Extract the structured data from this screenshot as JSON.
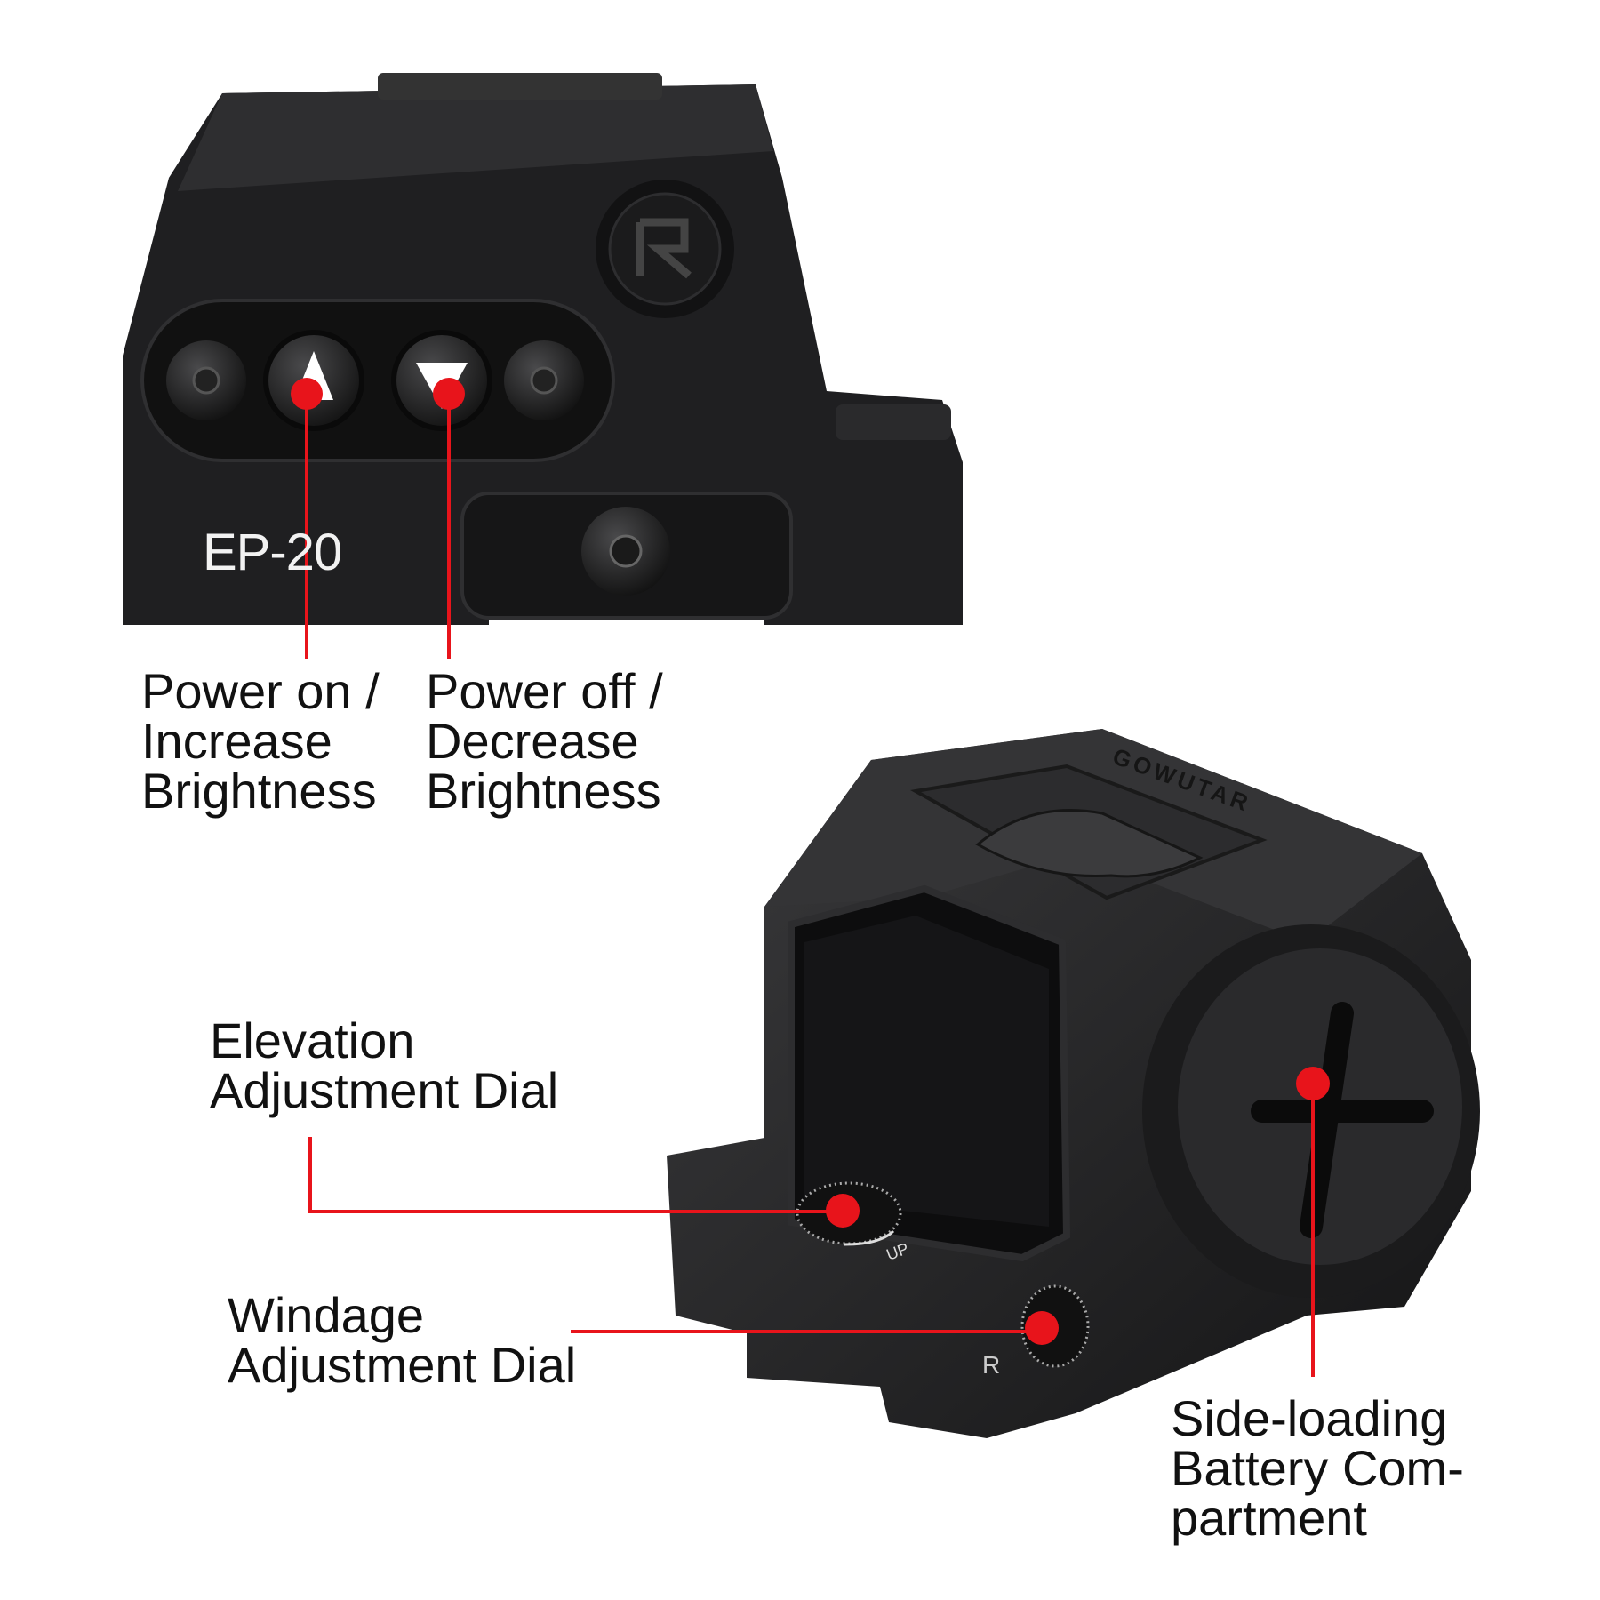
{
  "model_name": "EP-20",
  "brand_logo": "GOWUTAR",
  "dial_marks": {
    "elevation": "UP",
    "windage": "R"
  },
  "callouts": {
    "power_on": [
      "Power on /",
      "Increase",
      "Brightness"
    ],
    "power_off": [
      "Power off /",
      "Decrease",
      "Brightness"
    ],
    "elevation": [
      "Elevation",
      "Adjustment Dial"
    ],
    "windage": [
      "Windage",
      "Adjustment Dial"
    ],
    "battery": [
      "Side-loading",
      "Battery Com-",
      "partment"
    ]
  },
  "colors": {
    "callout": "#e8141b",
    "body": "#1e1e20",
    "text": "#111111"
  }
}
